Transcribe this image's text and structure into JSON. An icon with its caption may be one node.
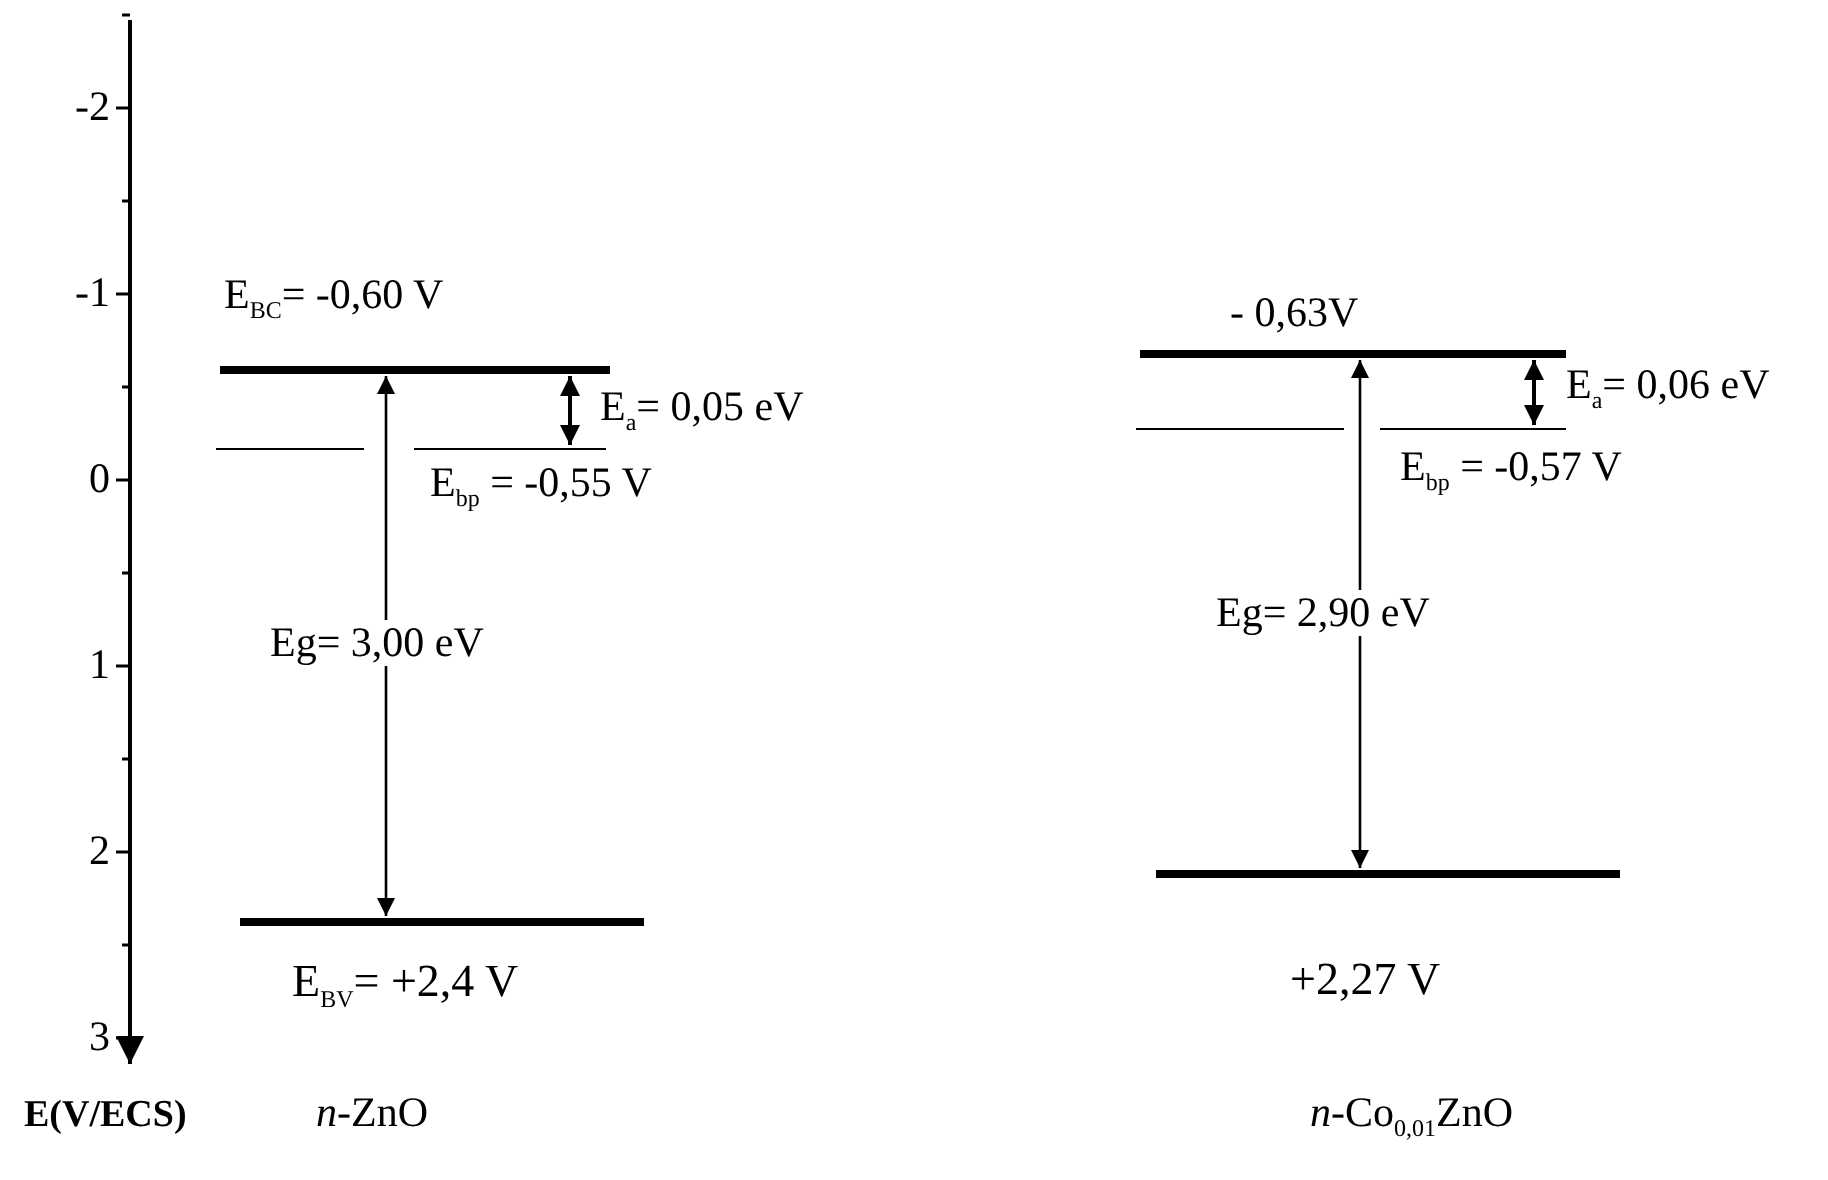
{
  "diagram": {
    "nodes": [
      {
        "text": [],
        "shape": "bar",
        "beside": [
          "E$_{BC}$= -0,60 V"
        ]
      },
      {
        "text": [],
        "shape": "bar",
        "beside": [
          "E$_{bp}$ = -0,55 V"
        ]
      },
      {
        "text": [],
        "shape": "bar",
        "beside": [
          "E$_{BV}$= +2,4 V"
        ]
      },
      {
        "text": [],
        "shape": "bar",
        "beside": [
          "- 0,63V"
        ]
      },
      {
        "text": [],
        "shape": "bar",
        "beside": [
          "E$_{bp}$ = -0,57 V"
        ]
      },
      {
        "text": [],
        "shape": "bar",
        "beside": [
          "+2,27 V"
        ]
      }
    ],
    "edges": [
      {
        "from": 0,
        "to": 2,
        "arrow": "both",
        "label": "Eg= 3,00 eV"
      },
      {
        "from": 0,
        "to": 1,
        "arrow": "both",
        "label": "E$_{a}$= 0,05 eV"
      },
      {
        "from": 3,
        "to": 5,
        "arrow": "both",
        "label": "Eg= 2,90 eV"
      },
      {
        "from": 3,
        "to": 4,
        "arrow": "both",
        "label": "E$_{a}$= 0,06 eV"
      }
    ],
    "labels": [
      "-2",
      "-1",
      "0",
      "1",
      "2",
      "3",
      "E(V/ECS)",
      "*n*-ZnO",
      "*n*-Co$_{0,01}$ZnO"
    ]
  }
}
